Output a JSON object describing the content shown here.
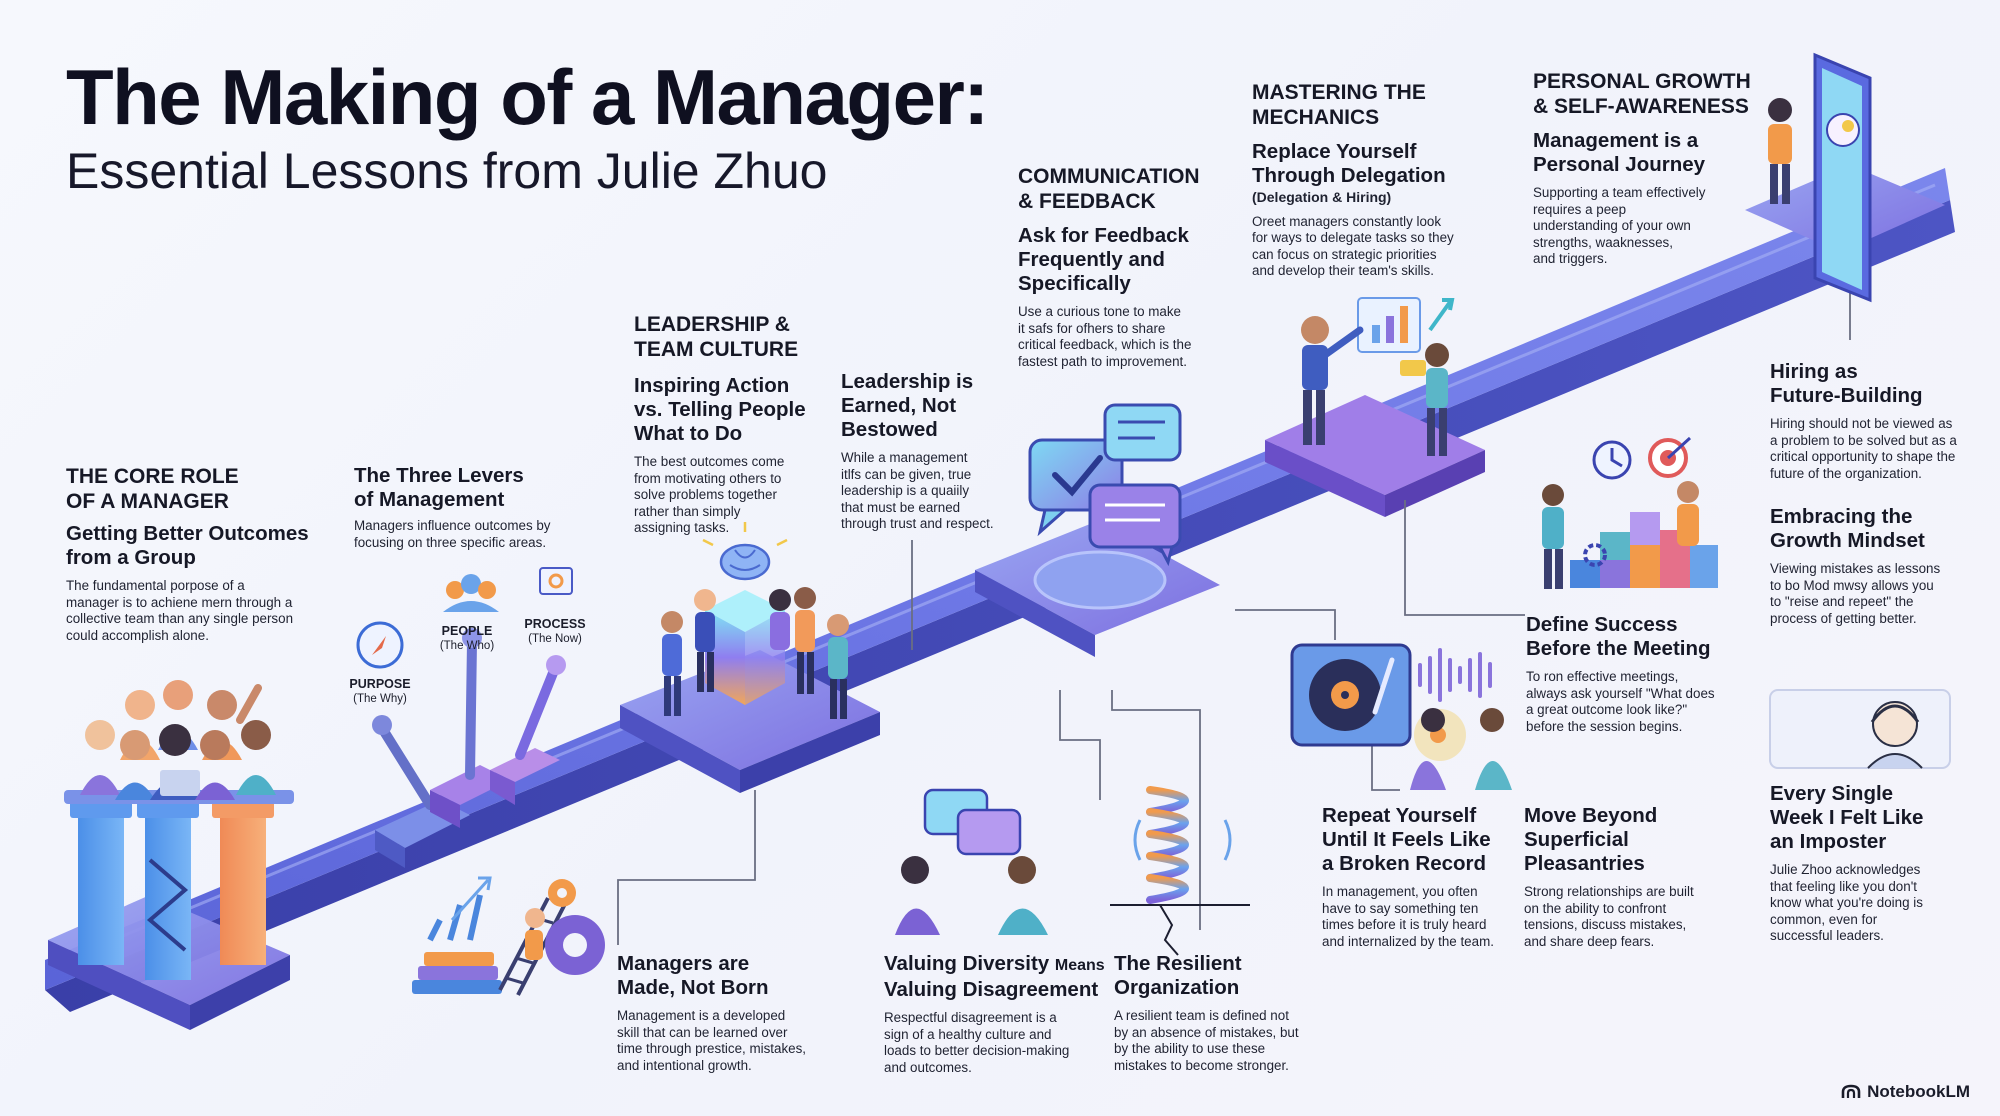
{
  "title": "The Making of a Manager:",
  "subtitle": "Essential Lessons from Julie Zhuo",
  "brand": "NotebookLM",
  "colors": {
    "road": "#6f76e4",
    "road_dark": "#4a4fc0",
    "purple": "#8f6ce0",
    "orange": "#f29a4a",
    "teal": "#3fb6c9"
  },
  "sections": {
    "core_role": "THE CORE ROLE\nOF A MANAGER",
    "leadership": "LEADERSHIP &\nTEAM CULTURE",
    "communication": "COMMUNICATION\n& FEEDBACK",
    "mechanics": "MASTERING THE\nMECHANICS",
    "growth": "PERSONAL GROWTH\n& SELF-AWARENESS"
  },
  "items": {
    "outcomes": {
      "heading": "Getting Better Outcomes\nfrom a Group",
      "body": "The fundamental porpose of a\nmanager is to achiene mern through a\ncollective team than any single person\ncould accomplish alone."
    },
    "levers": {
      "heading": "The Three Levers\nof Management",
      "body": "Managers influence outcomes by\nfocusing on three specific areas."
    },
    "inspiring": {
      "heading": "Inspiring Action\nvs. Telling People\nWhat to Do",
      "body": "The best outcomes come\nfrom motivating others to\nsolve problems together\nrather than simply\nassigning tasks."
    },
    "earned": {
      "heading": "Leadership is\nEarned, Not\nBestowed",
      "body": "While a management\nitlfs can be given, true\nleadership is a quaiily\nthat must be earned\nthrough trust and respect."
    },
    "feedback": {
      "heading": "Ask for Feedback\nFrequently and\nSpecifically",
      "body": "Use a curious tone to make\nit safs for ofhers to share\ncritical feedback, which is the\nfastest path to improvement."
    },
    "delegation": {
      "heading": "Replace Yourself\nThrough Delegation",
      "subheading": "(Delegation & Hiring)",
      "body": "Oreet managers constantly look\nfor ways to delegate tasks so they\ncan focus on strategic priorities\nand develop their team's skills."
    },
    "journey": {
      "heading": "Management is a\nPersonal Journey",
      "body": "Supporting a team effectively\nrequires a peep\nunderstanding of your own\nstrengths, waaknesses,\nand triggers."
    },
    "hiring": {
      "heading": "Hiring as\nFuture-Building",
      "body": "Hiring should not be viewed as\na problem to be solved but as a\ncritical opportunity to shape the\nfuture of the organization."
    },
    "mindset": {
      "heading": "Embracing the\nGrowth Mindset",
      "body": "Viewing mistakes as lessons\nto bo Mod mwsy allows you\nto \"reise and repeet\" the\nprocess of getting better."
    },
    "success": {
      "heading": "Define Success\nBefore the Meeting",
      "body": "To ron effective meetings,\nalways ask yourself \"What does\na great outcome look like?\"\nbefore the session begins."
    },
    "imposter": {
      "heading": "Every Single\nWeek I Felt Like\nan Imposter",
      "body": "Julie Zhoo acknowledges\nthat feeling like you don't\nknow what you're doing is\ncommon, even for\nsuccessful leaders."
    },
    "made": {
      "heading": "Managers are\nMade, Not Born",
      "body": "Management is a developed\nskill that can be learned over\ntime through prestice, mistakes,\nand intentional growth."
    },
    "diversity": {
      "heading": "Valuing Diversity",
      "heading_small": "Means",
      "heading2": "Valuing Disagreement",
      "body": "Respectful disagreement is a\nsign of a healthy culture and\nloads to better decision-making\nand outcomes."
    },
    "resilient": {
      "heading": "The Resilient\nOrganization",
      "body": "A resilient team is defined not\nby an absence of mistakes, but\nby the ability to use these\nmistakes to become stronger."
    },
    "repeat": {
      "heading": "Repeat Yourself\nUntil It Feels Like\na Broken Record",
      "body": "In management, you often\nhave to say something ten\ntimes before it is truly heard\nand internalized by the team."
    },
    "beyond": {
      "heading": "Move Beyond\nSuperficial\nPleasantries",
      "body": "Strong relationships are built\non the ability to confront\ntensions, discuss mistakes,\nand share deep fears."
    }
  },
  "levers": {
    "purpose": {
      "label": "PURPOSE",
      "sub": "(The Why)"
    },
    "people": {
      "label": "PEOPLE",
      "sub": "(The Who)"
    },
    "process": {
      "label": "PROCESS",
      "sub": "(The Now)"
    }
  }
}
